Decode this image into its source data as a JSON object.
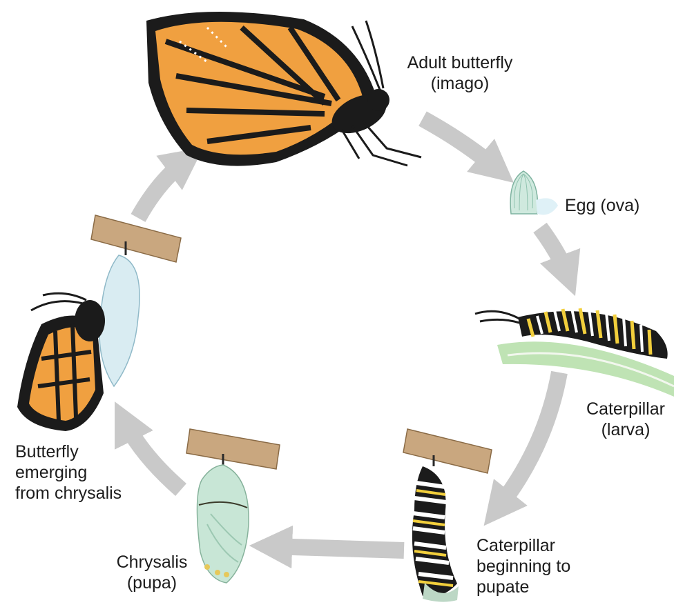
{
  "stages": {
    "adult": {
      "lines": [
        "Adult butterfly",
        "(imago)"
      ]
    },
    "egg": {
      "lines": [
        "Egg (ova)"
      ]
    },
    "caterpillar": {
      "lines": [
        "Caterpillar",
        "(larva)"
      ]
    },
    "pupating": {
      "lines": [
        "Caterpillar",
        "beginning to",
        "pupate"
      ]
    },
    "chrysalis": {
      "lines": [
        "Chrysalis",
        "(pupa)"
      ]
    },
    "emerging": {
      "lines": [
        "Butterfly",
        "emerging",
        "from chrysalis"
      ]
    }
  },
  "colors": {
    "arrow": "#c9c9c9",
    "wing_orange": "#f0a040",
    "wing_black": "#1b1b1b",
    "chrysalis_green": "#c8e6d6",
    "egg_green": "#cfe9de",
    "leaf_green": "#bfe3b4",
    "branch_brown": "#c9a77f",
    "larva_yellow": "#f2cf3c"
  }
}
